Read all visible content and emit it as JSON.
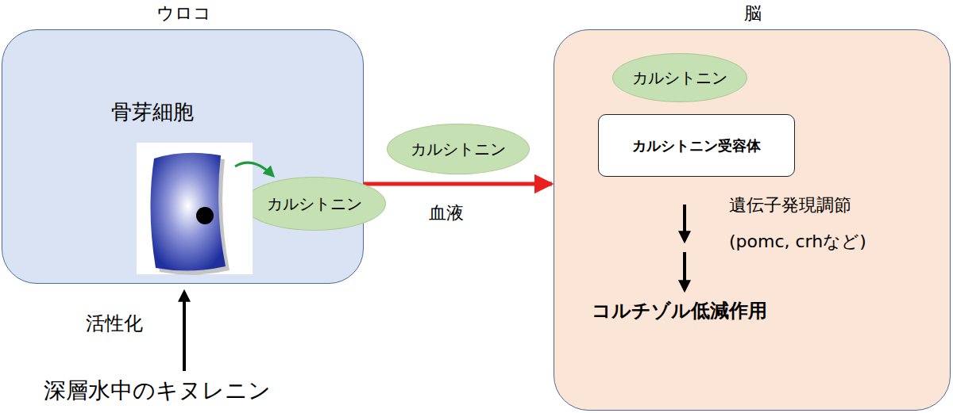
{
  "diagram": {
    "nodes": [
      {
        "text": [
          "ウロコ"
        ]
      },
      {
        "text": [
          "カルシトニン"
        ],
        "in": 0
      },
      {
        "text": [
          "カルシトニン"
        ]
      },
      {
        "text": [
          "脳"
        ]
      },
      {
        "text": [
          "カルシトニン"
        ],
        "in": 3
      },
      {
        "text": [
          "カルシトニン受容体"
        ],
        "in": 3
      }
    ],
    "edges": [
      {
        "from": 0,
        "to": 3,
        "label": "血液",
        "arrow": "to"
      }
    ],
    "labels": [
      "骨芽細胞",
      "活性化",
      "深層水中のキヌレニン",
      "遺伝子発現調節",
      "(pomc, crhなど)",
      "コルチゾル低減作用"
    ]
  }
}
